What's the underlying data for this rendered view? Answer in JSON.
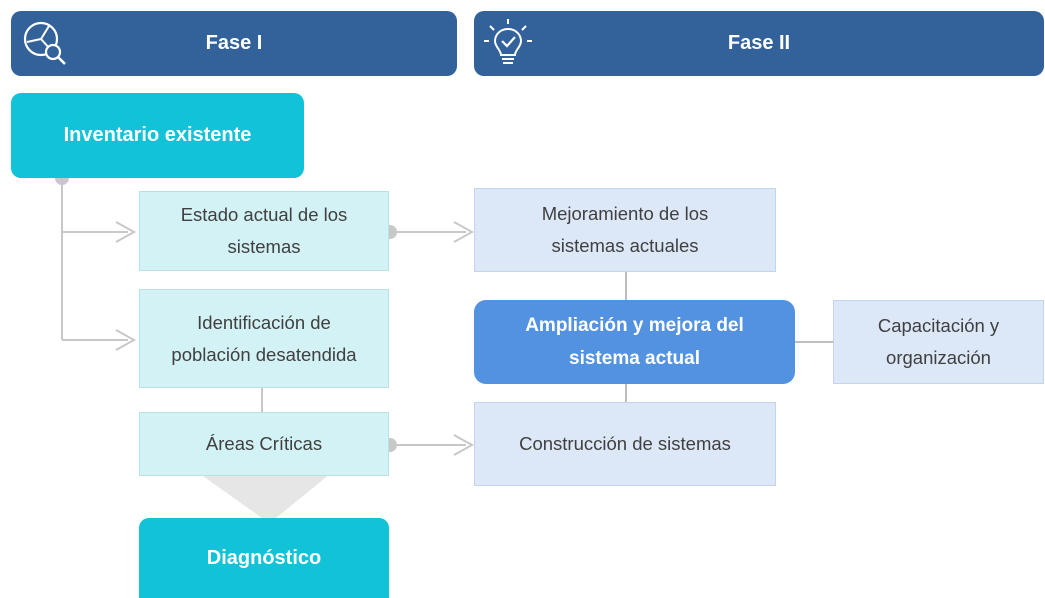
{
  "phases": [
    {
      "label": "Fase I",
      "icon": "chart-search-icon"
    },
    {
      "label": "Fase II",
      "icon": "lightbulb-icon"
    }
  ],
  "nodes": {
    "inventario": "Inventario existente",
    "estado": "Estado actual de los sistemas",
    "identificacion": "Identificación de población desatendida",
    "areas": "Áreas Críticas",
    "diagnostico": "Diagnóstico",
    "mejoramiento": "Mejoramiento de los sistemas actuales",
    "ampliacion": "Ampliación y mejora del sistema actual",
    "capacitacion": "Capacitación y organización",
    "construccion": "Construcción de sistemas"
  },
  "colors": {
    "phase_header": "#33629a",
    "teal": "#12c3d8",
    "light_cyan": "#d3f2f5",
    "light_blue": "#dce8f7",
    "accent_blue": "#5292e0",
    "connector": "#c8c8c8"
  }
}
